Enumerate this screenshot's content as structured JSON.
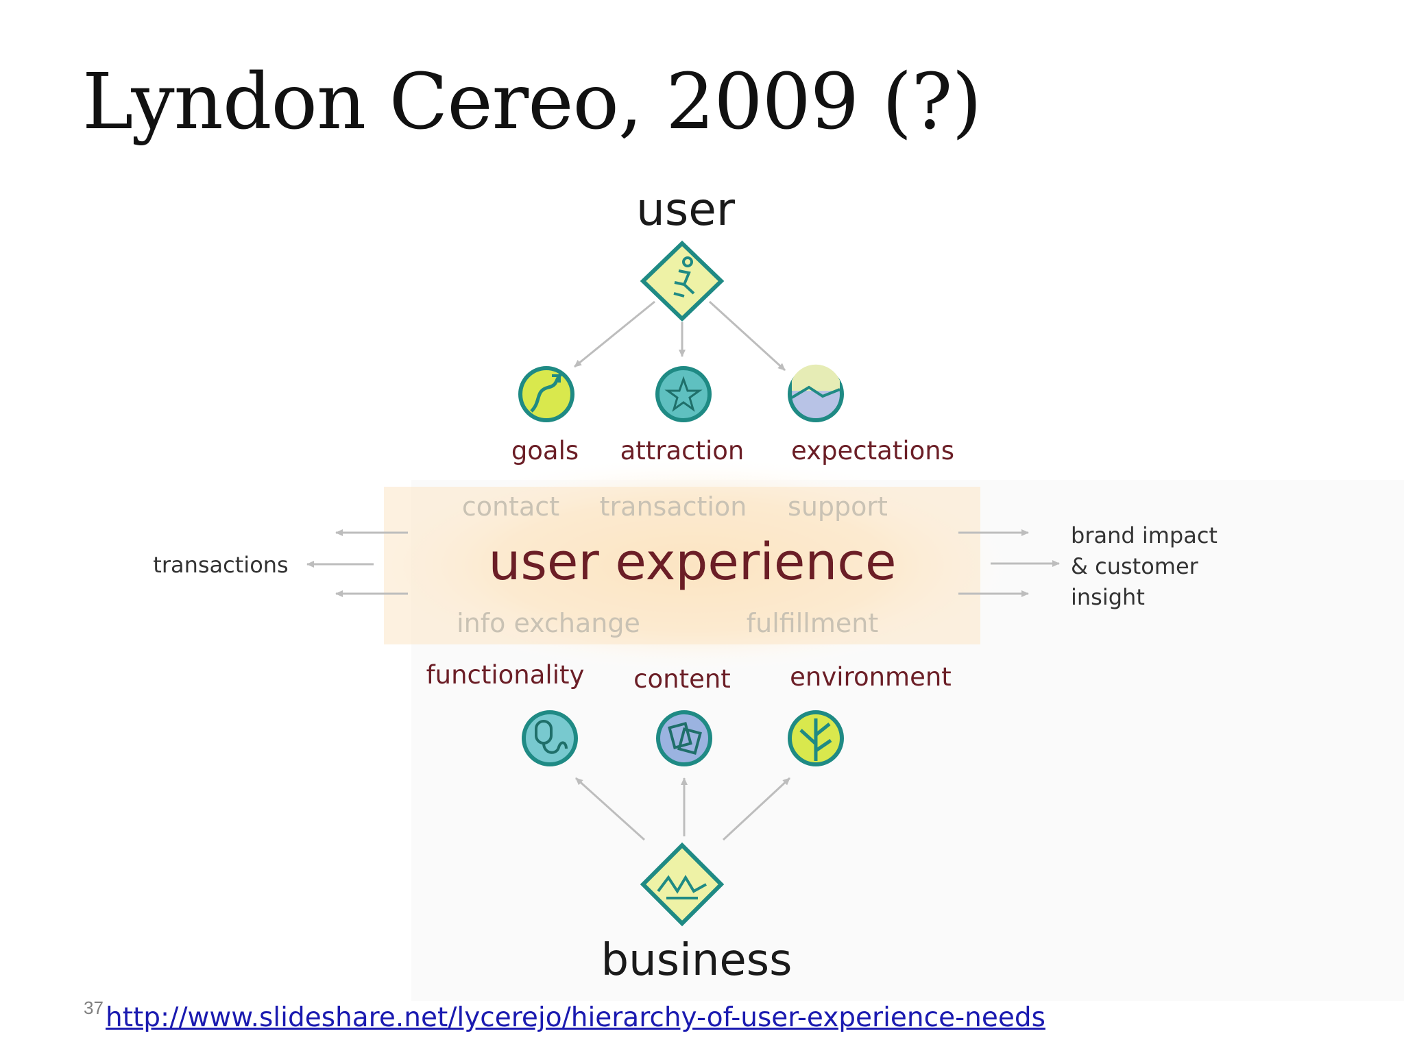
{
  "slide": {
    "title": "Lyndon Cereo, 2009 (?)",
    "slide_number": "37",
    "source_link": "http://www.slideshare.net/lycerejo/hierarchy-of-user-experience-needs"
  },
  "diagram": {
    "top_node": "user",
    "bottom_node": "business",
    "center_label": "user experience",
    "upper_faded": [
      "contact",
      "transaction",
      "support"
    ],
    "lower_faded": [
      "info exchange",
      "fulfillment"
    ],
    "user_needs": [
      {
        "label": "goals",
        "icon": "path-icon"
      },
      {
        "label": "attraction",
        "icon": "star-icon"
      },
      {
        "label": "expectations",
        "icon": "sunrise-icon"
      }
    ],
    "business_offers": [
      {
        "label": "functionality",
        "icon": "mouse-icon"
      },
      {
        "label": "content",
        "icon": "documents-icon"
      },
      {
        "label": "environment",
        "icon": "tree-icon"
      }
    ],
    "left_output": "transactions",
    "right_output": [
      "brand impact",
      "& customer",
      "insight"
    ],
    "colors": {
      "label_maroon": "#6b1e26",
      "icon_teal": "#1f8a84",
      "diamond_fill": "#eef2a6",
      "glow": "#fbe8c8",
      "arrow": "#bdbdbd"
    }
  }
}
